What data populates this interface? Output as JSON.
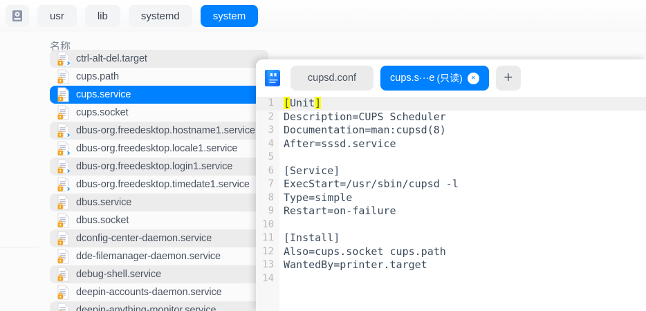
{
  "filemanager": {
    "breadcrumb": {
      "name": "breadcrumb",
      "disk_icon": "hard-disk-icon",
      "items": [
        {
          "label": "usr",
          "active": false
        },
        {
          "label": "lib",
          "active": false
        },
        {
          "label": "systemd",
          "active": false
        },
        {
          "label": "system",
          "active": true
        }
      ]
    },
    "list_header": "名称",
    "files": [
      {
        "name": "ctrl-alt-del.target",
        "alt": true,
        "selected": false,
        "link": true,
        "locked": true
      },
      {
        "name": "cups.path",
        "alt": false,
        "selected": false,
        "link": false,
        "locked": true
      },
      {
        "name": "cups.service",
        "alt": false,
        "selected": true,
        "link": false,
        "locked": true
      },
      {
        "name": "cups.socket",
        "alt": false,
        "selected": false,
        "link": false,
        "locked": true
      },
      {
        "name": "dbus-org.freedesktop.hostname1.service",
        "alt": true,
        "selected": false,
        "link": true,
        "locked": true
      },
      {
        "name": "dbus-org.freedesktop.locale1.service",
        "alt": false,
        "selected": false,
        "link": true,
        "locked": true
      },
      {
        "name": "dbus-org.freedesktop.login1.service",
        "alt": true,
        "selected": false,
        "link": true,
        "locked": true
      },
      {
        "name": "dbus-org.freedesktop.timedate1.service",
        "alt": false,
        "selected": false,
        "link": true,
        "locked": true
      },
      {
        "name": "dbus.service",
        "alt": true,
        "selected": false,
        "link": false,
        "locked": true
      },
      {
        "name": "dbus.socket",
        "alt": false,
        "selected": false,
        "link": false,
        "locked": true
      },
      {
        "name": "dconfig-center-daemon.service",
        "alt": true,
        "selected": false,
        "link": false,
        "locked": true
      },
      {
        "name": "dde-filemanager-daemon.service",
        "alt": false,
        "selected": false,
        "link": false,
        "locked": true
      },
      {
        "name": "debug-shell.service",
        "alt": true,
        "selected": false,
        "link": false,
        "locked": true
      },
      {
        "name": "deepin-accounts-daemon.service",
        "alt": false,
        "selected": false,
        "link": false,
        "locked": true
      },
      {
        "name": "deepin-anything-monitor.service",
        "alt": true,
        "selected": false,
        "link": false,
        "locked": true
      }
    ]
  },
  "editor": {
    "app_icon": "text-editor-icon",
    "tabs": [
      {
        "label": "cupsd.conf",
        "readonly_badge": "",
        "active": false,
        "closable": false
      },
      {
        "label": "cups.s···e",
        "readonly_badge": "(只读)",
        "active": true,
        "closable": true
      }
    ],
    "new_tab_label": "+",
    "close_label": "×",
    "current_line": 1,
    "total_lines": 14,
    "lines": [
      {
        "n": "1",
        "text": "[Unit]",
        "highlight_brackets": true
      },
      {
        "n": "2",
        "text": "Description=CUPS Scheduler",
        "highlight_brackets": false
      },
      {
        "n": "3",
        "text": "Documentation=man:cupsd(8)",
        "highlight_brackets": false
      },
      {
        "n": "4",
        "text": "After=sssd.service",
        "highlight_brackets": false
      },
      {
        "n": "5",
        "text": "",
        "highlight_brackets": false
      },
      {
        "n": "6",
        "text": "[Service]",
        "highlight_brackets": false
      },
      {
        "n": "7",
        "text": "ExecStart=/usr/sbin/cupsd -l",
        "highlight_brackets": false
      },
      {
        "n": "8",
        "text": "Type=simple",
        "highlight_brackets": false
      },
      {
        "n": "9",
        "text": "Restart=on-failure",
        "highlight_brackets": false
      },
      {
        "n": "10",
        "text": "",
        "highlight_brackets": false
      },
      {
        "n": "11",
        "text": "[Install]",
        "highlight_brackets": false
      },
      {
        "n": "12",
        "text": "Also=cups.socket cups.path",
        "highlight_brackets": false
      },
      {
        "n": "13",
        "text": "WantedBy=printer.target",
        "highlight_brackets": false
      },
      {
        "n": "14",
        "text": "",
        "highlight_brackets": false
      }
    ]
  },
  "colors": {
    "accent": "#0081ff",
    "highlight": "#ffff00",
    "row_alt": "#ececec",
    "code_text": "#3b4a5a",
    "gutter_text": "#b9b9b9"
  }
}
